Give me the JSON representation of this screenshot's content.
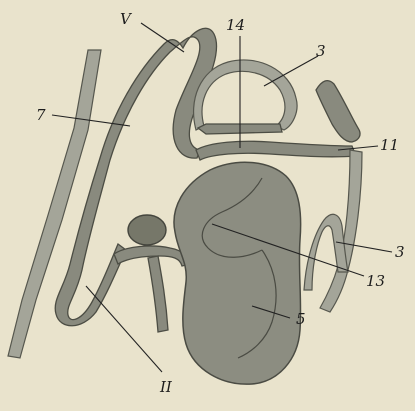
{
  "labels": {
    "roman_v": "V",
    "n14": "14",
    "n3_top": "3",
    "n7": "7",
    "n11": "11",
    "n13": "13",
    "n3_right": "3",
    "n5": "5",
    "roman_ii": "II"
  },
  "colors": {
    "paper": "#e9e3cc",
    "tissue": "#898a7e",
    "tissue_dark": "#767769",
    "outline": "#4a4b43",
    "ink": "#1c1c1c"
  }
}
